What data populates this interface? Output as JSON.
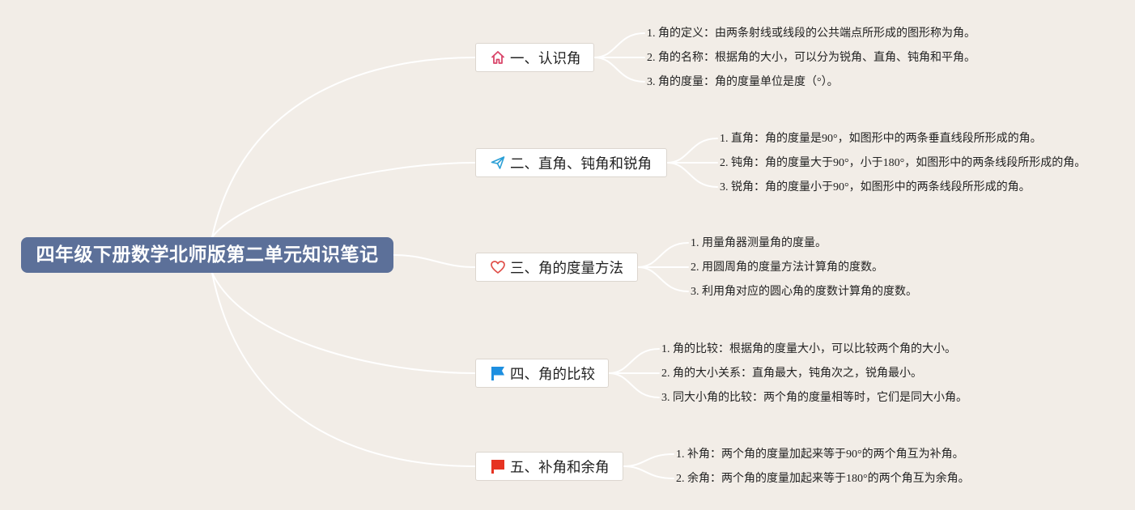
{
  "root": {
    "title": "四年级下册数学北师版第二单元知识笔记"
  },
  "branches": [
    {
      "label": "一、认识角",
      "icon": "house-icon",
      "icon_color": "#d9466a",
      "items": [
        "1. 角的定义：由两条射线或线段的公共端点所形成的图形称为角。",
        "2. 角的名称：根据角的大小，可以分为锐角、直角、钝角和平角。",
        "3. 角的度量：角的度量单位是度（°）。"
      ]
    },
    {
      "label": "二、直角、钝角和锐角",
      "icon": "paper-plane-icon",
      "icon_color": "#2a9fd6",
      "items": [
        "1. 直角：角的度量是90°，如图形中的两条垂直线段所形成的角。",
        "2. 钝角：角的度量大于90°，小于180°，如图形中的两条线段所形成的角。",
        "3. 锐角：角的度量小于90°，如图形中的两条线段所形成的角。"
      ]
    },
    {
      "label": "三、角的度量方法",
      "icon": "heart-icon",
      "icon_color": "#e0504a",
      "items": [
        "1. 用量角器测量角的度量。",
        "2. 用圆周角的度量方法计算角的度数。",
        "3. 利用角对应的圆心角的度数计算角的度数。"
      ]
    },
    {
      "label": "四、角的比较",
      "icon": "blue-flag-icon",
      "icon_color": "#1d8fe0",
      "items": [
        "1. 角的比较：根据角的度量大小，可以比较两个角的大小。",
        "2. 角的大小关系：直角最大，钝角次之，锐角最小。",
        "3. 同大小角的比较：两个角的度量相等时，它们是同大小角。"
      ]
    },
    {
      "label": "五、补角和余角",
      "icon": "red-flag-icon",
      "icon_color": "#e63322",
      "items": [
        "1. 补角：两个角的度量加起来等于90°的两个角互为补角。",
        "2. 余角：两个角的度量加起来等于180°的两个角互为余角。"
      ]
    }
  ],
  "colors": {
    "background": "#f2ede7",
    "root_fill": "#5c7099",
    "connector": "#ffffff"
  }
}
